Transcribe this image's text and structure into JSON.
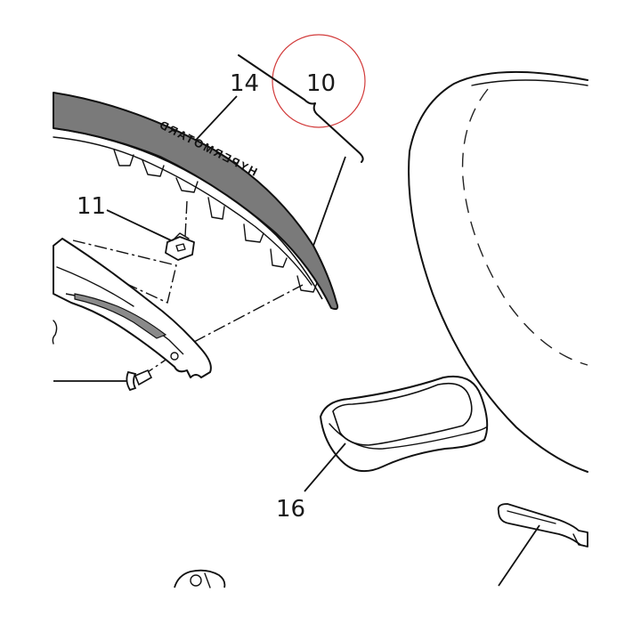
{
  "diagram": {
    "callouts": {
      "c10": "10",
      "c11": "11",
      "c14": "14",
      "c16": "16"
    },
    "logo_text": "HYPERMOTARD",
    "colors": {
      "ink": "#111111",
      "panel_fill": "#7a7a7a",
      "highlight_ring": "#d23b3b",
      "background": "#ffffff"
    }
  }
}
